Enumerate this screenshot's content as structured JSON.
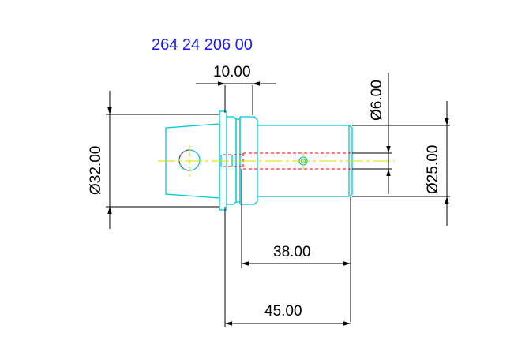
{
  "part_number": "264 24 206 00",
  "dimensions": {
    "width_10": "10.00",
    "diameter_32": "Ø32.00",
    "diameter_6": "Ø6.00",
    "diameter_25": "Ø25.00",
    "length_38": "38.00",
    "length_45": "45.00"
  },
  "colors": {
    "part_number": "#1a1aff",
    "outline": "#00c8dc",
    "dimension": "#000000",
    "hidden": "#ff0000",
    "centerline": "#d8d800"
  }
}
